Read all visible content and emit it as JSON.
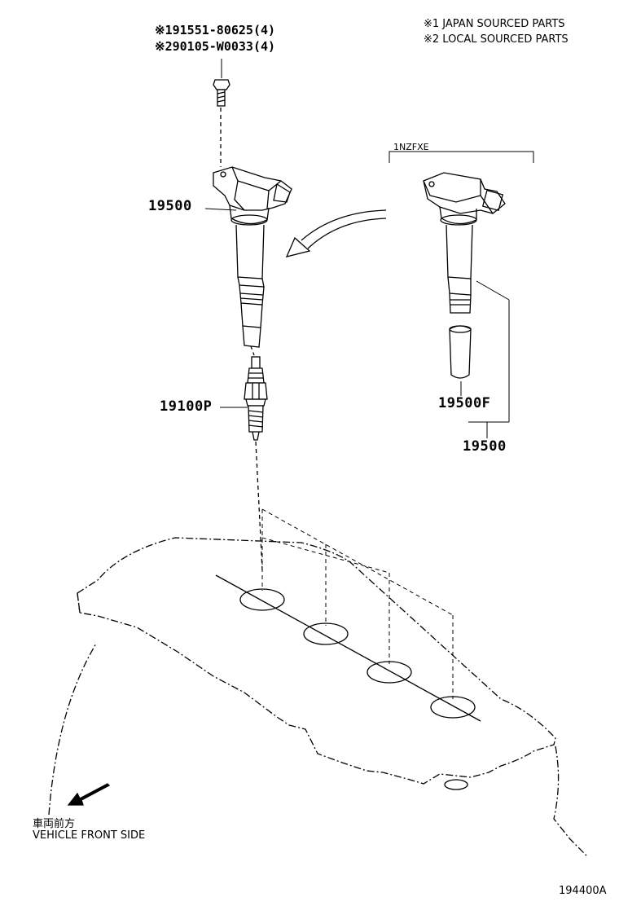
{
  "header": {
    "bolt_line_1": "※191551-80625(4)",
    "bolt_line_2": "※290105-W0033(4)"
  },
  "legend": {
    "line_1": "※1 JAPAN SOURCED PARTS",
    "line_2": "※2 LOCAL SOURCED PARTS"
  },
  "engine_variant": "1NZFXE",
  "parts": {
    "coil_main": "19500",
    "spark_plug": "19100P",
    "coil_alt": "19500",
    "coil_alt_sub": "19500F"
  },
  "direction": {
    "japanese": "車両前方",
    "english": "VEHICLE FRONT SIDE"
  },
  "figure_code": "194400A"
}
